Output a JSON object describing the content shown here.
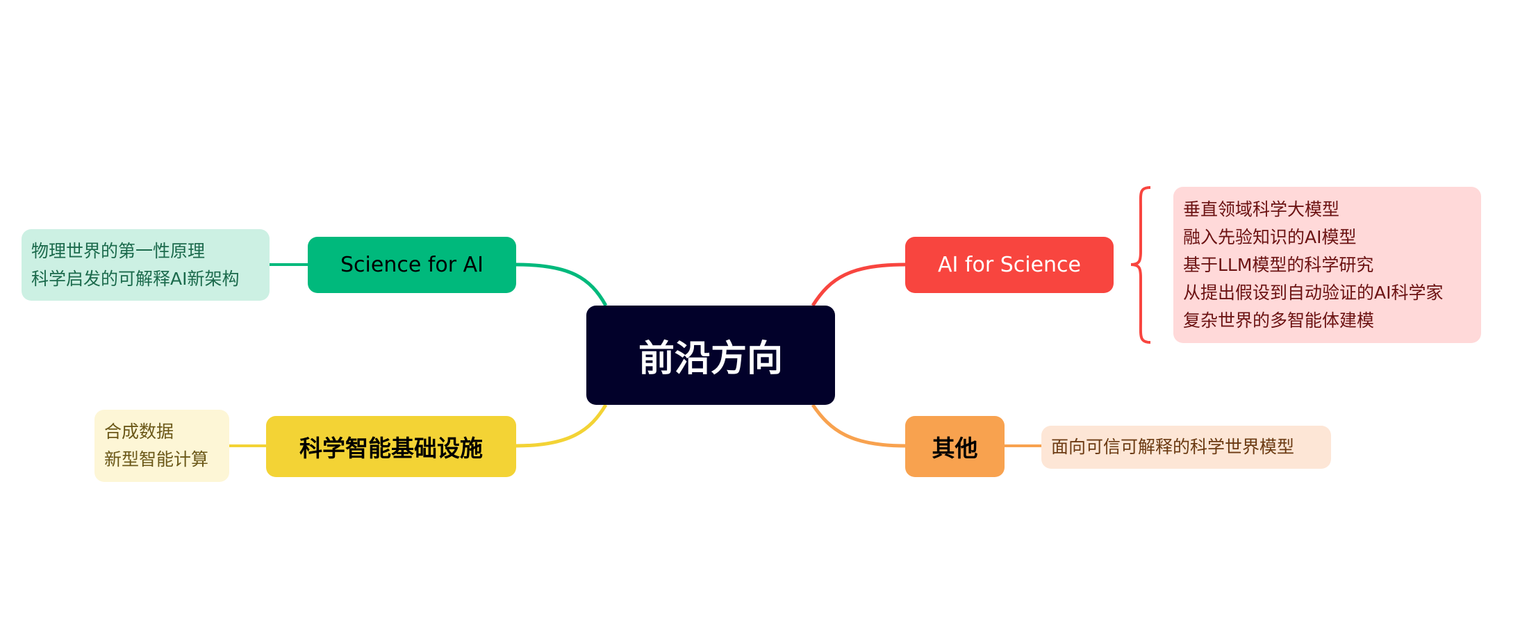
{
  "colors": {
    "center": "#02012A",
    "science_for_ai": "#00B97C",
    "ai_for_science": "#F8453F",
    "infrastructure": "#F3D335",
    "other": "#F8A24F"
  },
  "center": {
    "label": "前沿方向"
  },
  "branches": {
    "science_for_ai": {
      "label": "Science for AI",
      "items": [
        "物理世界的第一性原理",
        "科学启发的可解释AI新架构"
      ]
    },
    "infrastructure": {
      "label": "科学智能基础设施",
      "items": [
        "合成数据",
        "新型智能计算"
      ]
    },
    "ai_for_science": {
      "label": "AI for Science",
      "items": [
        "垂直领域科学大模型",
        "融入先验知识的AI模型",
        "基于LLM模型的科学研究",
        "从提出假设到自动验证的AI科学家",
        "复杂世界的多智能体建模"
      ]
    },
    "other": {
      "label": "其他",
      "items": [
        "面向可信可解释的科学世界模型"
      ]
    }
  }
}
